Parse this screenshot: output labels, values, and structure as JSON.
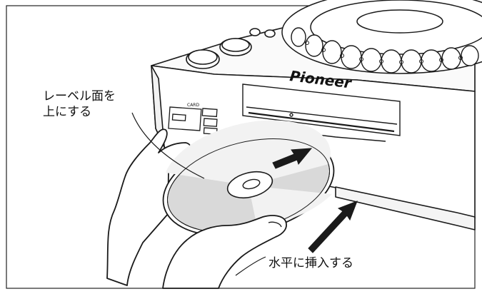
{
  "labels": {
    "label_side_line1": "レーベル面を",
    "label_side_line2": "上にする",
    "insert_instruction": "水平に挿入する"
  },
  "device": {
    "brand": "Pioneer",
    "card_slot_label": "CARD"
  }
}
